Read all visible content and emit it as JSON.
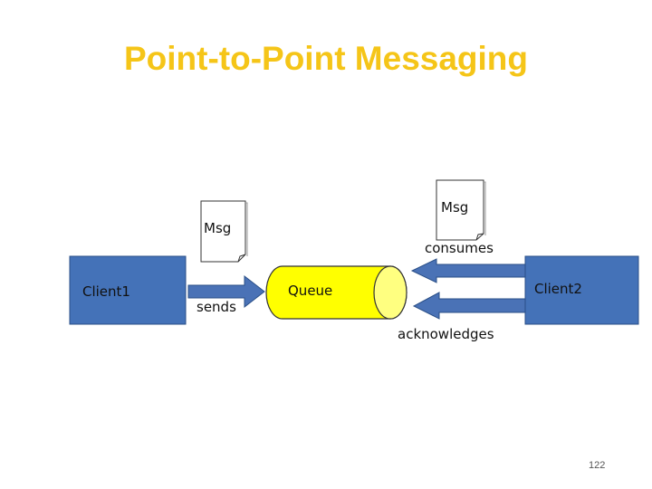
{
  "slide": {
    "title": "Point-to-Point Messaging",
    "page_number": "122"
  },
  "diagram": {
    "client1_label": "Client1",
    "client2_label": "Client2",
    "queue_label": "Queue",
    "msg_left_label": "Msg",
    "msg_right_label": "Msg",
    "sends_label": "sends",
    "consumes_label": "consumes",
    "acknowledges_label": "acknowledges"
  },
  "colors": {
    "title": "#f5c518",
    "client_fill": "#4472b8",
    "queue_fill": "#ffff00",
    "queue_end_fill": "#ffff80",
    "arrow_fill": "#4a72b6"
  }
}
